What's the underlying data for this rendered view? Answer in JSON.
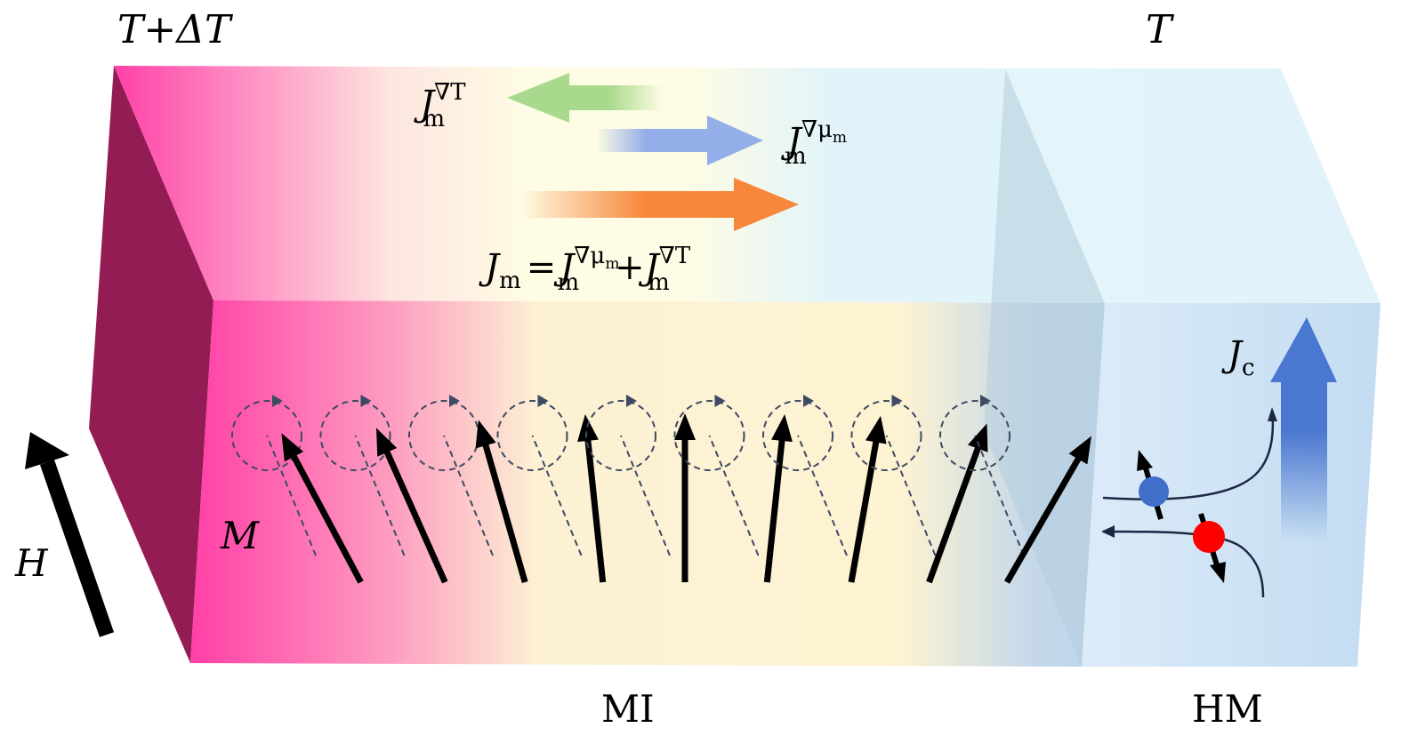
{
  "labels": {
    "hot_side": {
      "base": "T",
      "plus": "+",
      "delta": "ΔT"
    },
    "cold_side": "T",
    "field": "H",
    "magnetization": "M",
    "charge_current": {
      "base": "J",
      "sub": "c"
    },
    "mi": "MI",
    "hm": "HM",
    "jm_gradT": {
      "base": "J",
      "sub": "m",
      "sup": "∇T"
    },
    "jm_gradmu": {
      "base": "J",
      "sub": "m",
      "sup": "∇μ",
      "supsub": "m"
    },
    "equation": {
      "lhs_base": "J",
      "lhs_sub": "m",
      "eq": "=",
      "t1_base": "J",
      "t1_sub": "m",
      "t1_sup": "∇μ",
      "t1_supsub": "m",
      "plus": "+",
      "t2_base": "J",
      "t2_sub": "m",
      "t2_sup": "∇T"
    }
  },
  "colors": {
    "hot": "#ff3fa6",
    "hot_dark": "#941c55",
    "mid": "#fdf5d2",
    "cold": "#dbeefa",
    "hm_front": "#c7dff3",
    "arrow_green": "#a8d98c",
    "arrow_blue": "#93aee8",
    "arrow_orange": "#f7873a",
    "jc_arrow": "#4a77cf",
    "electron_up": "#3f6fc8",
    "electron_down": "#ff0000"
  },
  "spins": {
    "count": 9,
    "tilts_deg": [
      -28,
      -24,
      -16,
      -6,
      0,
      6,
      10,
      20,
      30
    ]
  }
}
